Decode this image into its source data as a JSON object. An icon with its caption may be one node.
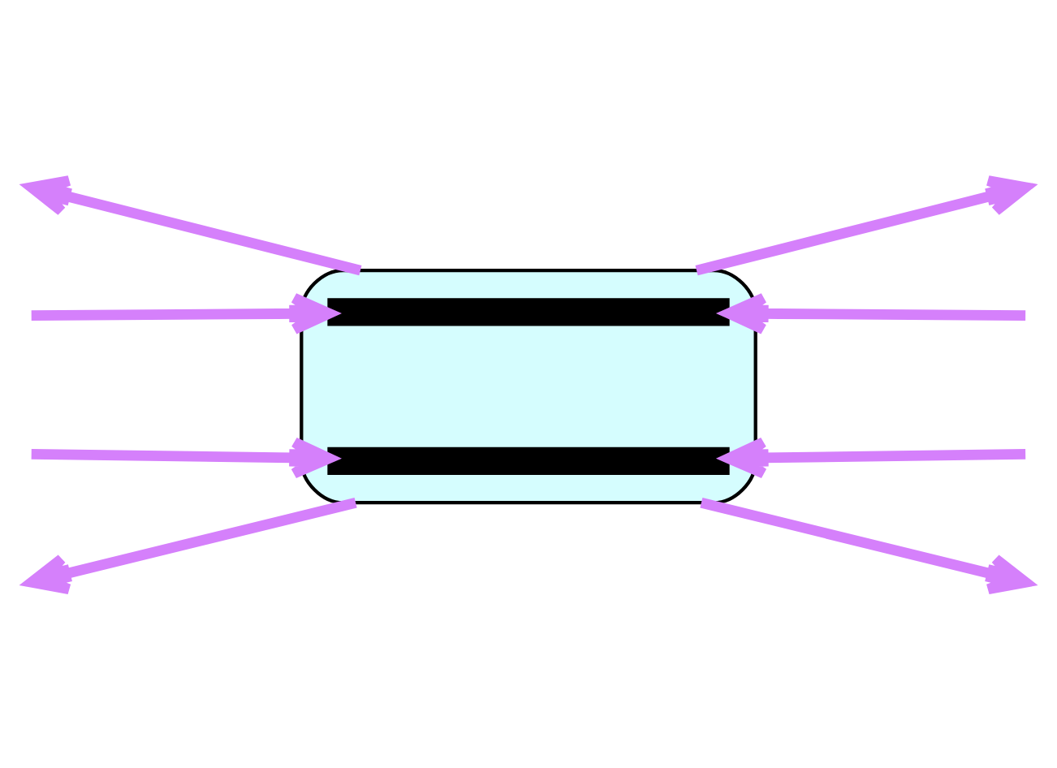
{
  "diagram": {
    "nodes": [
      {
        "text": [],
        "shape": "ellipse"
      },
      {
        "text": [],
        "shape": "bar",
        "in": 0
      },
      {
        "text": [],
        "shape": "bar",
        "in": 0
      }
    ],
    "edges": [
      {
        "from": 0,
        "to": null,
        "arrow": "to"
      },
      {
        "from": 0,
        "to": null,
        "arrow": "to"
      },
      {
        "from": null,
        "to": 1,
        "arrow": "to"
      },
      {
        "from": null,
        "to": 1,
        "arrow": "to"
      },
      {
        "from": null,
        "to": 2,
        "arrow": "to"
      },
      {
        "from": null,
        "to": 2,
        "arrow": "to"
      },
      {
        "from": 0,
        "to": null,
        "arrow": "to"
      },
      {
        "from": 0,
        "to": null,
        "arrow": "to"
      }
    ]
  }
}
